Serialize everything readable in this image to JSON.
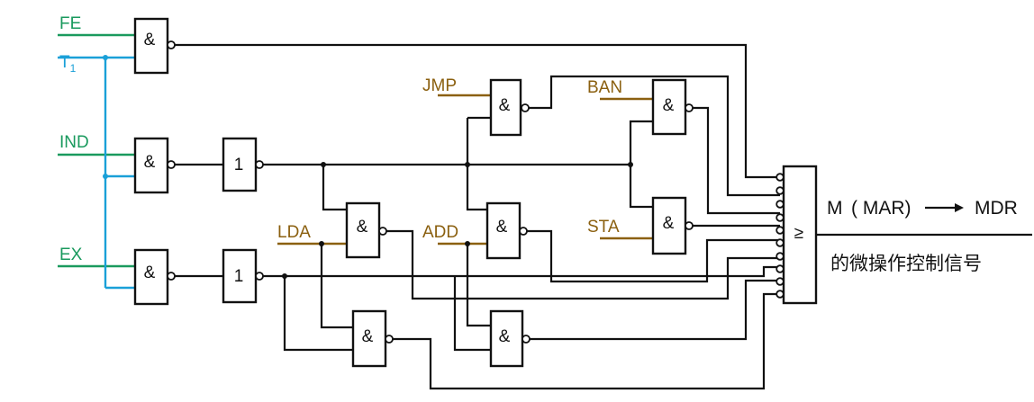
{
  "colors": {
    "green_signal": "#1a9a5e",
    "blue_signal": "#1aa0d8",
    "brown_signal": "#8b6010",
    "wire": "#111111"
  },
  "inputs": {
    "fe": "FE",
    "t1_base": "T",
    "t1_sub": "1",
    "ind": "IND",
    "ex": "EX",
    "jmp": "JMP",
    "ban": "BAN",
    "lda": "LDA",
    "add": "ADD",
    "sta": "STA"
  },
  "symbols": {
    "and": "&",
    "not": "1",
    "or": "≥"
  },
  "output": {
    "m": "M",
    "mar": "( MAR)",
    "mdr": "MDR",
    "caption": "的微操作控制信号"
  }
}
